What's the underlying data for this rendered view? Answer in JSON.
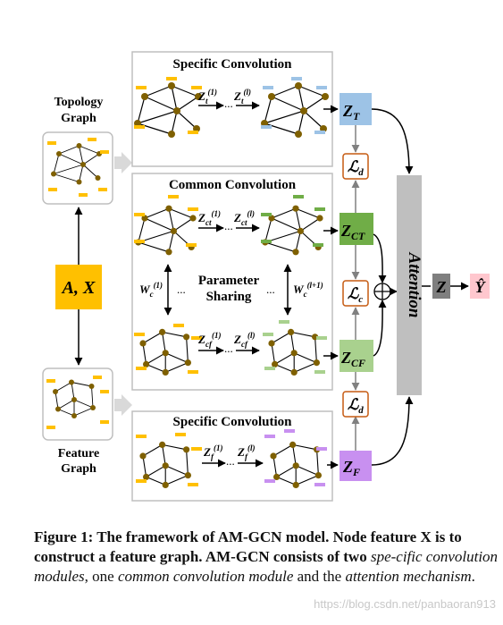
{
  "figure": {
    "panels": {
      "specific_top": "Specific Convolution",
      "common": "Common Convolution",
      "specific_bottom": "Specific Convolution"
    },
    "inputs": {
      "topology_line1": "Topology",
      "topology_line2": "Graph",
      "feature_line1": "Feature",
      "feature_line2": "Graph",
      "ax": "A, X"
    },
    "parameter_sharing_line1": "Parameter",
    "parameter_sharing_line2": "Sharing",
    "ellipsis": "...",
    "attention": "Attention",
    "embeddings": {
      "zt": "Z",
      "zt_sub": "T",
      "zct": "Z",
      "zct_sub": "CT",
      "zcf": "Z",
      "zcf_sub": "CF",
      "zf": "Z",
      "zf_sub": "F"
    },
    "losses": {
      "ld_top": "ℒ",
      "ld_top_sub": "d",
      "lc": "ℒ",
      "lc_sub": "c",
      "ld_bottom": "ℒ",
      "ld_bottom_sub": "d"
    },
    "outputs": {
      "z": "Z",
      "y": "Ŷ"
    },
    "colors": {
      "zt": "#9dc3e6",
      "zct": "#70ad47",
      "zcf": "#a9d18e",
      "zf": "#c890f0",
      "y": "#ffc7ce",
      "ax": "#ffc000",
      "node": "#7f6000",
      "feature_yellow": "#ffc000",
      "attention": "#bfbfbf",
      "loss_border": "#c55a11"
    }
  },
  "caption": {
    "label": "Figure 1: The framework of AM-GCN model. Node feature X is to construct a feature graph. AM-GCN consists of two ",
    "italic1": "spe-cific convolution modules",
    "text2": ", one ",
    "italic2": "common convolution module",
    "text3": " and the ",
    "italic3": "attention mechanism",
    "text4": "."
  },
  "watermark": "https://blog.csdn.net/panbaoran913"
}
